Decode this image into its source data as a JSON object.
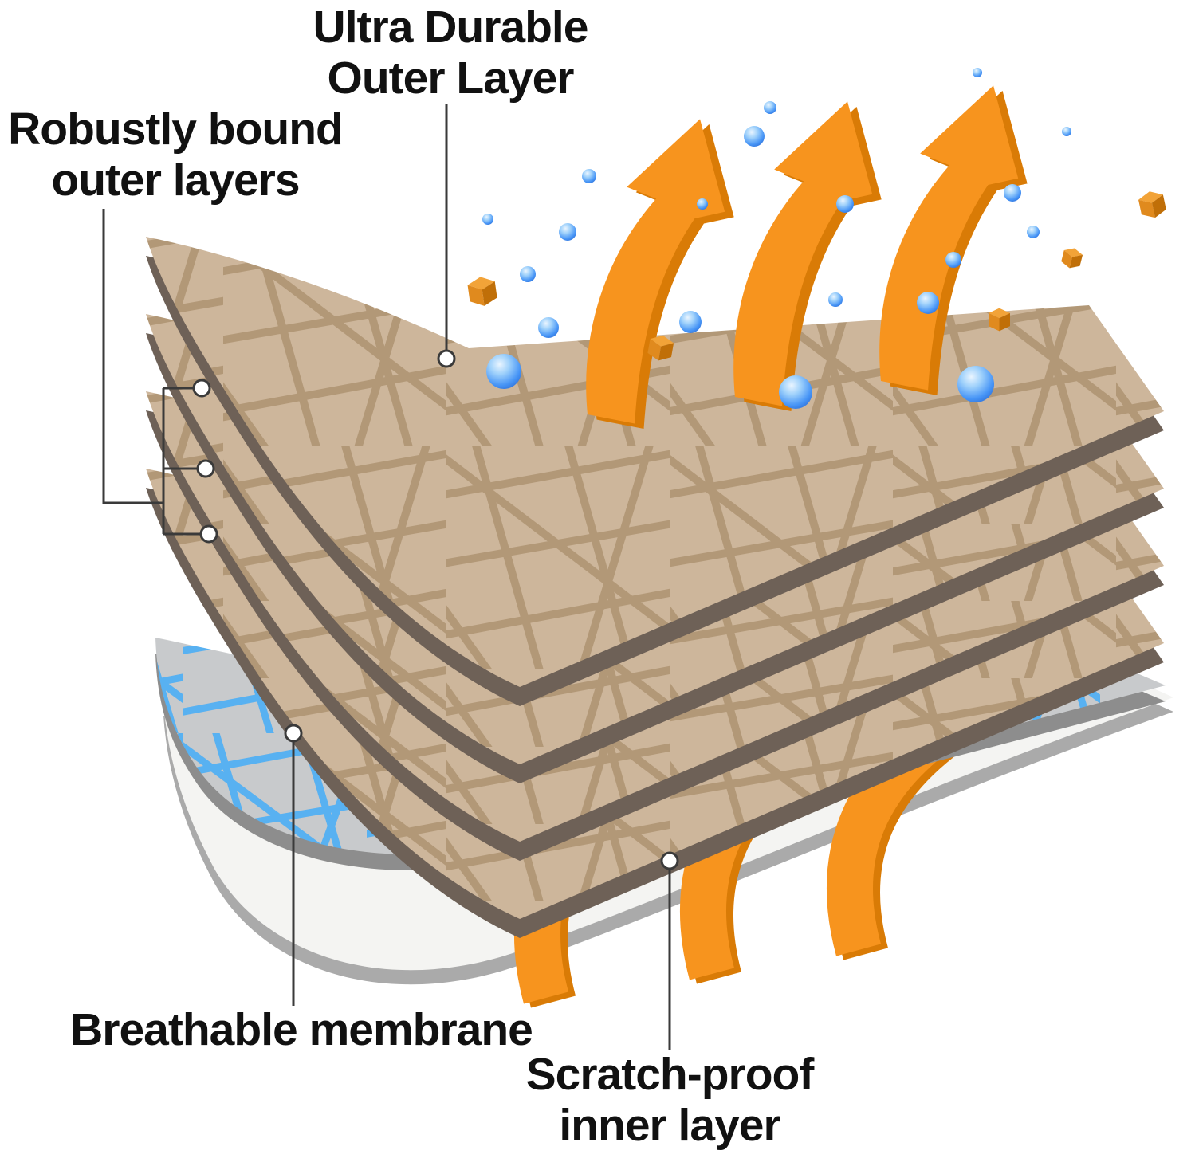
{
  "title": "Layered fabric construction diagram",
  "labels": {
    "ultra_durable": "Ultra Durable\nOuter Layer",
    "robustly_bound": "Robustly bound\nouter layers",
    "breathable_membrane": "Breathable membrane",
    "scratch_proof": "Scratch-proof\ninner layer"
  },
  "colors": {
    "sheet_base": "#cdb69b",
    "sheet_straw": "#b29877",
    "sheet_edge": "#6e6157",
    "mem_base": "#c8cacc",
    "mem_mesh": "#58b1f1",
    "mem_edge": "#8d8d8d",
    "inner_base": "#f4f4f2",
    "inner_edge": "#aaaaaa",
    "arrow": "#f7941e",
    "arrow_dark": "#d97b06",
    "droplet": "#3f8ef5",
    "cube_top": "#f2a338",
    "cube_left": "#e08a1e",
    "cube_right": "#c06f08",
    "leader": "#3a3a3a",
    "text": "#111111"
  }
}
